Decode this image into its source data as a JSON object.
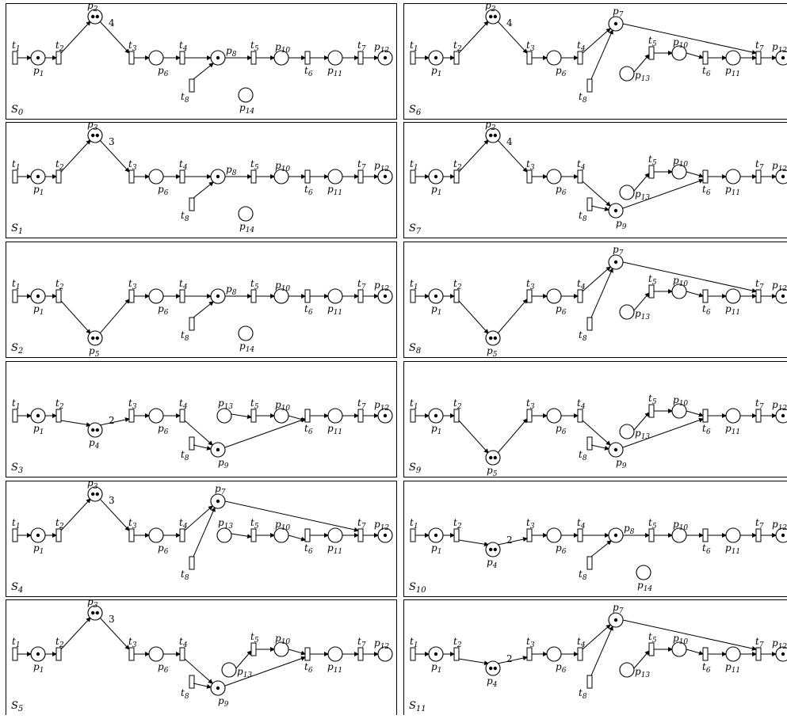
{
  "title": "",
  "states": [
    {
      "name": "S",
      "index": "0",
      "labels": {
        "p2": "p",
        "p2_sub": "2",
        "p14": "p14"
      },
      "arcs": {
        "p2": "4"
      }
    },
    {
      "name": "S",
      "index": "1",
      "arcs": {
        "p3": "3"
      }
    },
    {
      "name": "S",
      "index": "2"
    },
    {
      "name": "S",
      "index": "3",
      "arcs": {
        "p4": "2"
      }
    },
    {
      "name": "S",
      "index": "4",
      "arcs": {
        "p3": "3"
      }
    },
    {
      "name": "S",
      "index": "5",
      "arcs": {
        "p3": "3"
      }
    },
    {
      "name": "S",
      "index": "6",
      "arcs": {
        "p2": "4"
      }
    },
    {
      "name": "S",
      "index": "7",
      "arcs": {
        "p2": "4"
      }
    },
    {
      "name": "S",
      "index": "8"
    },
    {
      "name": "S",
      "index": "9"
    },
    {
      "name": "S",
      "index": "10",
      "arcs": {
        "p4": "2"
      }
    },
    {
      "name": "S",
      "index": "11",
      "arcs": {
        "p4": "2"
      }
    }
  ],
  "panels": [
    {
      "state_index": "0",
      "col": 0,
      "row": 0,
      "upper": "p2",
      "upper_tokens": 2,
      "weight": "4",
      "lower": null,
      "middle": "p8",
      "show_p14": true,
      "show_p13": false,
      "show_p7": false,
      "show_p9": false,
      "tokens": {
        "p1": 1,
        "p8": 1,
        "p12": 1
      }
    },
    {
      "state_index": "1",
      "col": 0,
      "row": 1,
      "upper": "p3",
      "upper_tokens": 2,
      "weight": "3",
      "lower": null,
      "middle": "p8",
      "show_p14": true,
      "show_p13": false,
      "show_p7": false,
      "show_p9": false,
      "tokens": {
        "p1": 1,
        "p8": 1,
        "p12": 1
      }
    },
    {
      "state_index": "2",
      "col": 0,
      "row": 2,
      "upper": null,
      "lower": "p5",
      "lower_tokens": 2,
      "lower_weight": "",
      "middle": "p8",
      "show_p14": true,
      "show_p13": false,
      "show_p7": false,
      "show_p9": false,
      "tokens": {
        "p1": 1,
        "p8": 1,
        "p12": 1
      }
    },
    {
      "state_index": "3",
      "col": 0,
      "row": 3,
      "upper": null,
      "lower": "p4",
      "lower_tokens": 2,
      "lower_weight": "2",
      "middle": null,
      "show_p14": false,
      "show_p13": true,
      "p13_pos": "top",
      "show_p7": false,
      "show_p9": true,
      "tokens": {
        "p1": 1,
        "p9": 1,
        "p12": 1
      }
    },
    {
      "state_index": "4",
      "col": 0,
      "row": 4,
      "upper": "p3",
      "upper_tokens": 2,
      "weight": "3",
      "lower": null,
      "middle": null,
      "show_p14": false,
      "show_p13": true,
      "p13_pos": "top",
      "show_p7": true,
      "show_p9": false,
      "tokens": {
        "p1": 1,
        "p7": 1,
        "p12": 1
      }
    },
    {
      "state_index": "5",
      "col": 0,
      "row": 5,
      "upper": "p3",
      "upper_tokens": 2,
      "weight": "3",
      "lower": null,
      "middle": null,
      "show_p14": false,
      "show_p13": true,
      "p13_pos": "low",
      "show_p7": false,
      "show_p9": true,
      "tokens": {
        "p1": 1,
        "p9": 1
      }
    },
    {
      "state_index": "6",
      "col": 1,
      "row": 0,
      "upper": "p2",
      "upper_tokens": 2,
      "weight": "4",
      "lower": null,
      "middle": null,
      "show_p14": false,
      "show_p13": true,
      "p13_pos": "low",
      "show_p7": true,
      "show_p9": false,
      "tokens": {
        "p1": 1,
        "p7": 1,
        "p12": 1
      }
    },
    {
      "state_index": "7",
      "col": 1,
      "row": 1,
      "upper": "p2",
      "upper_tokens": 2,
      "weight": "4",
      "lower": null,
      "middle": null,
      "show_p14": false,
      "show_p13": true,
      "p13_pos": "low",
      "show_p7": false,
      "show_p9": true,
      "tokens": {
        "p1": 1,
        "p9": 1,
        "p12": 1
      }
    },
    {
      "state_index": "8",
      "col": 1,
      "row": 2,
      "upper": null,
      "lower": "p5",
      "lower_tokens": 2,
      "lower_weight": "",
      "middle": null,
      "show_p14": false,
      "show_p13": true,
      "p13_pos": "low",
      "show_p7": true,
      "show_p9": false,
      "tokens": {
        "p1": 1,
        "p7": 1,
        "p12": 1
      }
    },
    {
      "state_index": "9",
      "col": 1,
      "row": 3,
      "upper": null,
      "lower": "p5",
      "lower_tokens": 2,
      "lower_weight": "",
      "middle": null,
      "show_p14": false,
      "show_p13": true,
      "p13_pos": "low",
      "show_p7": false,
      "show_p9": true,
      "tokens": {
        "p1": 1,
        "p9": 1,
        "p12": 1
      }
    },
    {
      "state_index": "10",
      "col": 1,
      "row": 4,
      "upper": null,
      "lower": "p4",
      "lower_tokens": 2,
      "lower_weight": "2",
      "middle": "p8",
      "show_p14": true,
      "show_p13": false,
      "show_p7": false,
      "show_p9": false,
      "tokens": {
        "p1": 1,
        "p8": 1,
        "p12": 1
      }
    },
    {
      "state_index": "11",
      "col": 1,
      "row": 5,
      "upper": null,
      "lower": "p4",
      "lower_tokens": 2,
      "lower_weight": "2",
      "middle": null,
      "show_p14": false,
      "show_p13": true,
      "p13_pos": "low",
      "show_p7": true,
      "show_p9": false,
      "tokens": {
        "p1": 1,
        "p7": 1,
        "p12": 1
      }
    }
  ],
  "place_labels": {
    "p1": "1",
    "p2": "2",
    "p3": "3",
    "p4": "4",
    "p5": "5",
    "p6": "6",
    "p7": "7",
    "p8": "8",
    "p9": "9",
    "p10": "10",
    "p11": "11",
    "p12": "12",
    "p13": "13",
    "p14": "14"
  },
  "transition_labels": {
    "t1": "1",
    "t2": "2",
    "t3": "3",
    "t4": "4",
    "t5": "5",
    "t6": "6",
    "t7": "7",
    "t8": "8"
  },
  "letters": {
    "place": "p",
    "transition": "t"
  }
}
